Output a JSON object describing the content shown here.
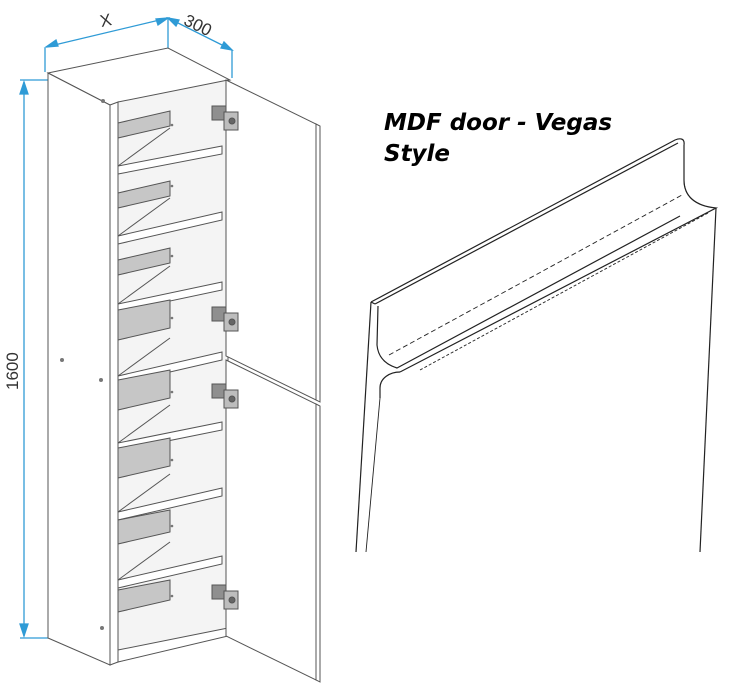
{
  "dimensions": {
    "width_label": "X",
    "depth_label": "300",
    "height_label": "1600"
  },
  "door_profile": {
    "title_line1": "MDF door - Vegas",
    "title_line2": "Style"
  },
  "colors": {
    "dimension_line": "#2f9bd6",
    "outline": "#555555",
    "shelf_shadow": "#c6c6c6",
    "background": "#ffffff"
  }
}
